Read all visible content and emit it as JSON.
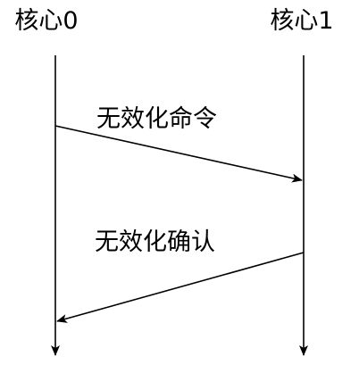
{
  "participants": [
    {
      "label": "核心0"
    },
    {
      "label": "核心1"
    }
  ],
  "messages": [
    {
      "label": "无效化命令",
      "from": 0,
      "to": 1
    },
    {
      "label": "无效化确认",
      "from": 1,
      "to": 0
    }
  ],
  "colors": {
    "line": "#000000",
    "text": "#000000",
    "background": "#ffffff"
  }
}
